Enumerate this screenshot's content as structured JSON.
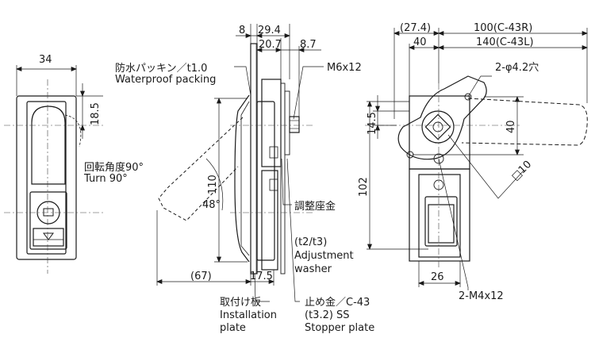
{
  "dimensions": {
    "front_width": "34",
    "front_top": "18.5",
    "side_8": "8",
    "side_29_4": "29.4",
    "side_20_7": "20.7",
    "side_8_7": "8.7",
    "side_110": "110",
    "side_48": "48°",
    "side_67": "(67)",
    "side_17_5": "17.5",
    "back_27_4": "(27.4)",
    "back_100": "100(C-43R)",
    "back_40": "40",
    "back_140": "140(C-43L)",
    "back_hole": "2-φ4.2穴",
    "back_14_5": "14.5",
    "back_40v": "40",
    "back_square": "□10",
    "back_102": "102",
    "back_26": "26",
    "back_m4": "2-M4x12"
  },
  "labels": {
    "packing_jp": "防水パッキン／t1.0",
    "packing_en": "Waterproof packing",
    "m6": "M6x12",
    "turn_jp": "回転角度90°",
    "turn_en": "Turn 90°",
    "washer_jp": "調整座金",
    "washer_t": "(t2/t3)",
    "washer_en1": "Adjustment",
    "washer_en2": "washer",
    "plate_jp": "取付け板",
    "plate_en1": "Installation",
    "plate_en2": "plate",
    "stopper_jp": "止め金／C-43",
    "stopper_t": "(t3.2) SS",
    "stopper_en": "Stopper plate"
  },
  "colors": {
    "line": "#1a1a1a",
    "center": "#444444"
  }
}
